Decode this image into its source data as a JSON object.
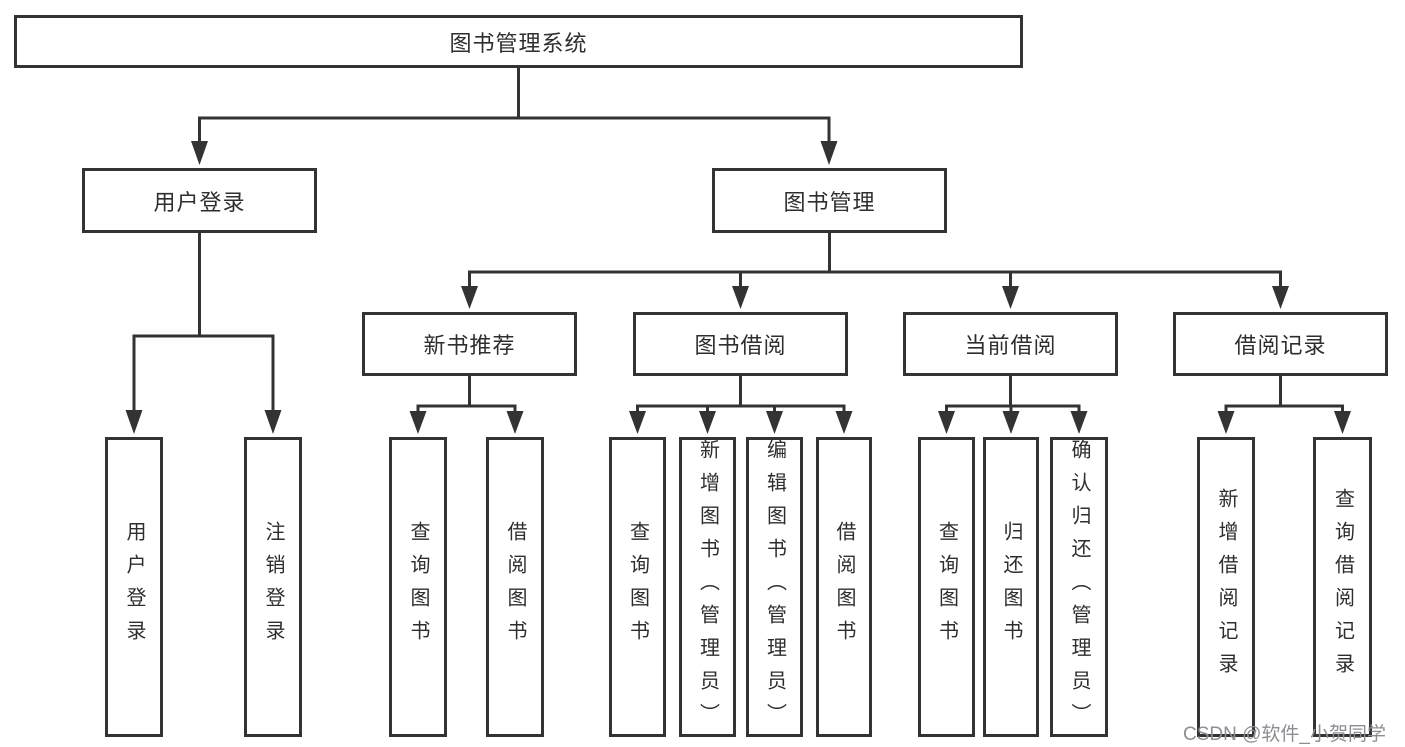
{
  "diagram": {
    "root": {
      "label": "图书管理系统"
    },
    "level2": [
      {
        "label": "用户登录"
      },
      {
        "label": "图书管理"
      }
    ],
    "level3": [
      {
        "label": "新书推荐"
      },
      {
        "label": "图书借阅"
      },
      {
        "label": "当前借阅"
      },
      {
        "label": "借阅记录"
      }
    ],
    "leaves": [
      {
        "label": "用户登录"
      },
      {
        "label": "注销登录"
      },
      {
        "label": "查询图书"
      },
      {
        "label": "借阅图书"
      },
      {
        "label": "查询图书"
      },
      {
        "label": "新增图书（管理员）"
      },
      {
        "label": "编辑图书（管理员）"
      },
      {
        "label": "借阅图书"
      },
      {
        "label": "查询图书"
      },
      {
        "label": "归还图书"
      },
      {
        "label": "确认归还（管理员）"
      },
      {
        "label": "新增借阅记录"
      },
      {
        "label": "查询借阅记录"
      }
    ],
    "structure": {
      "图书管理系统": [
        "用户登录",
        "图书管理"
      ],
      "用户登录": [
        "用户登录",
        "注销登录"
      ],
      "图书管理": [
        "新书推荐",
        "图书借阅",
        "当前借阅",
        "借阅记录"
      ],
      "新书推荐": [
        "查询图书",
        "借阅图书"
      ],
      "图书借阅": [
        "查询图书",
        "新增图书（管理员）",
        "编辑图书（管理员）",
        "借阅图书"
      ],
      "当前借阅": [
        "查询图书",
        "归还图书",
        "确认归还（管理员）"
      ],
      "借阅记录": [
        "新增借阅记录",
        "查询借阅记录"
      ]
    },
    "colors": {
      "line": "#333333",
      "text": "#2e2e2e",
      "background": "#ffffff",
      "watermark": "#8d8d95"
    },
    "watermark": {
      "text": "CSDN @软件_小贺同学"
    }
  }
}
